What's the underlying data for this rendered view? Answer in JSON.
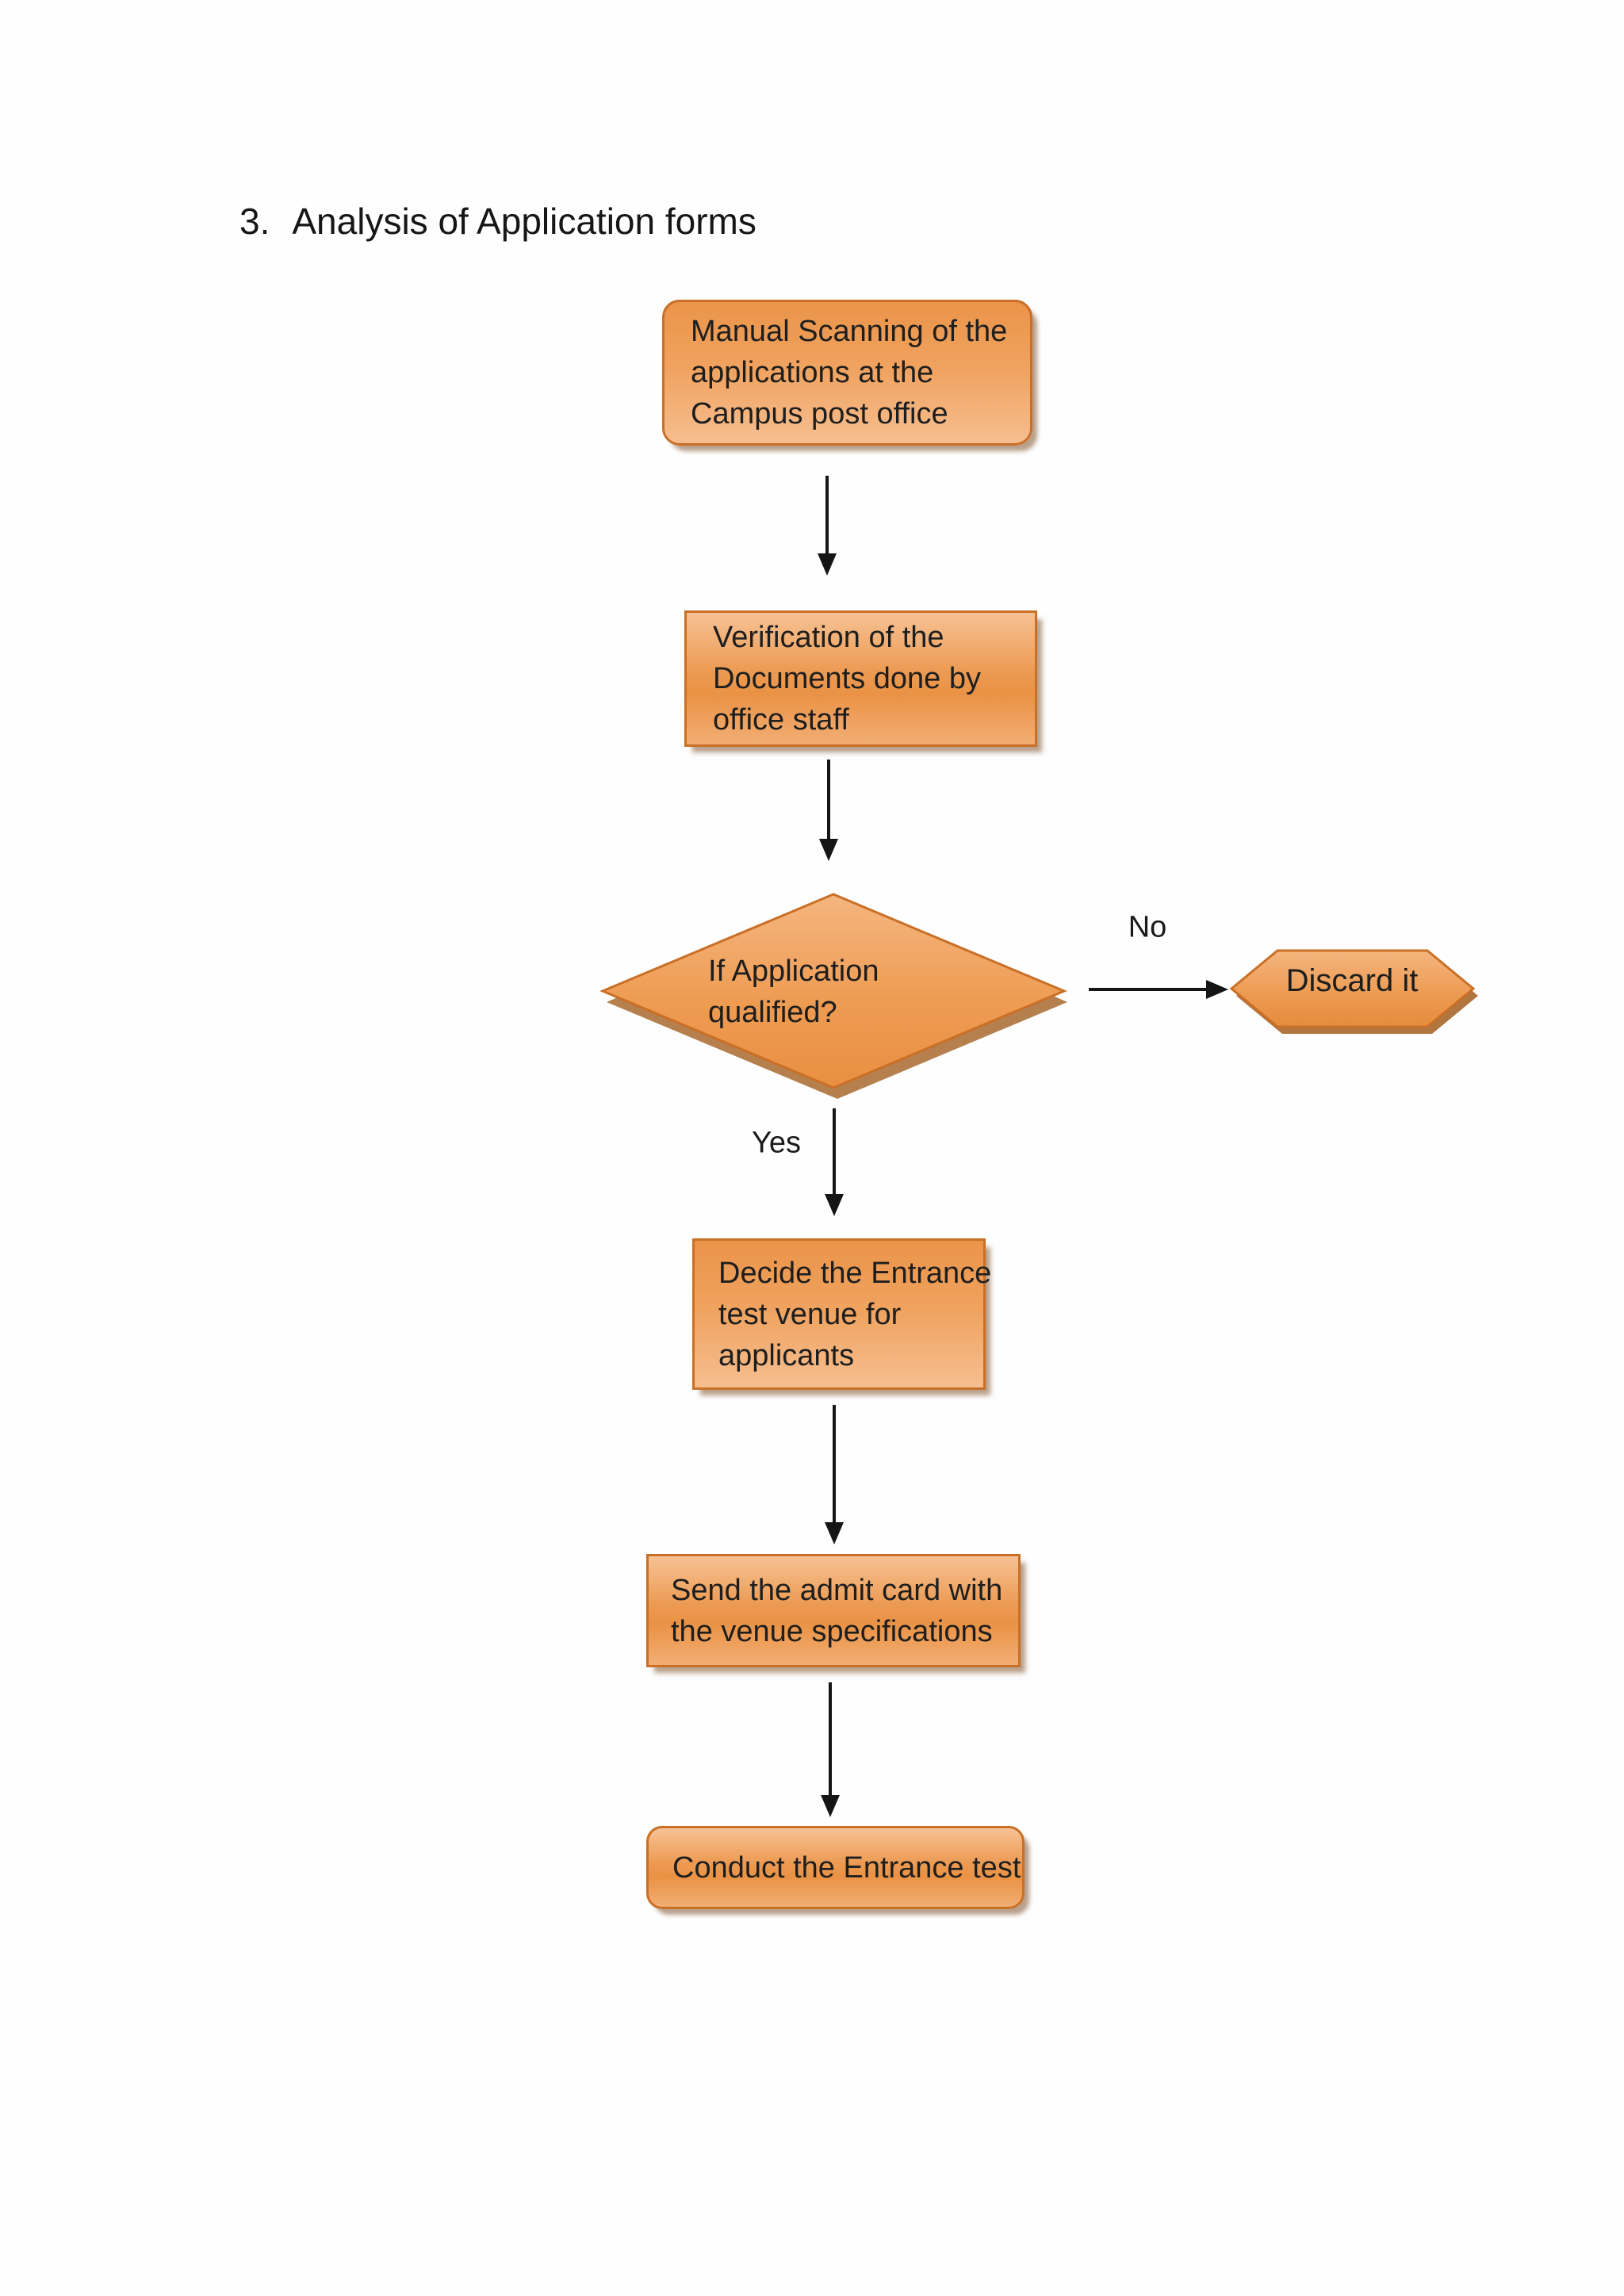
{
  "page": {
    "title_number": "3.",
    "title_text": "Analysis of Application forms"
  },
  "flowchart": {
    "nodes": {
      "scan": {
        "lines": [
          "Manual Scanning of the",
          "applications at the",
          "Campus post office"
        ]
      },
      "verify": {
        "lines": [
          "Verification of the",
          "Documents done by",
          "office staff"
        ]
      },
      "decision": {
        "lines": [
          "If Application",
          "qualified?"
        ]
      },
      "discard": {
        "label": "Discard it"
      },
      "venue": {
        "lines": [
          "Decide the Entrance",
          "test venue for",
          "applicants"
        ]
      },
      "admit": {
        "lines": [
          "Send the admit card with",
          "the venue specifications"
        ]
      },
      "conduct": {
        "label": "Conduct the Entrance test"
      }
    },
    "edge_labels": {
      "no": "No",
      "yes": "Yes"
    },
    "colors": {
      "shape_fill_light": "#F7C294",
      "shape_fill_mid": "#EC9A52",
      "shape_fill_dark": "#EA9044",
      "shape_border": "#C96F26",
      "shadow": "#A8692F",
      "arrow": "#151515",
      "text": "#1E1E1E"
    }
  }
}
